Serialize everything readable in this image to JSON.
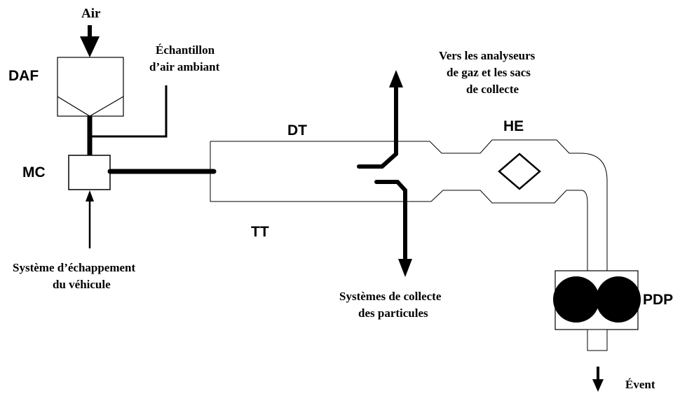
{
  "labels": {
    "air": "Air",
    "daf": "DAF",
    "ambient_line1": "Échantillon",
    "ambient_line2": "d’air ambiant",
    "mc": "MC",
    "exhaust_line1": "Système d’échappement",
    "exhaust_line2": "du véhicule",
    "dt": "DT",
    "tt": "TT",
    "analyzers_line1": "Vers les analyseurs",
    "analyzers_line2": "de gaz et les sacs",
    "analyzers_line3": "de collecte",
    "he": "HE",
    "particles_line1": "Systèmes de collecte",
    "particles_line2": "des particules",
    "pdp": "PDP",
    "vent": "Évent"
  }
}
